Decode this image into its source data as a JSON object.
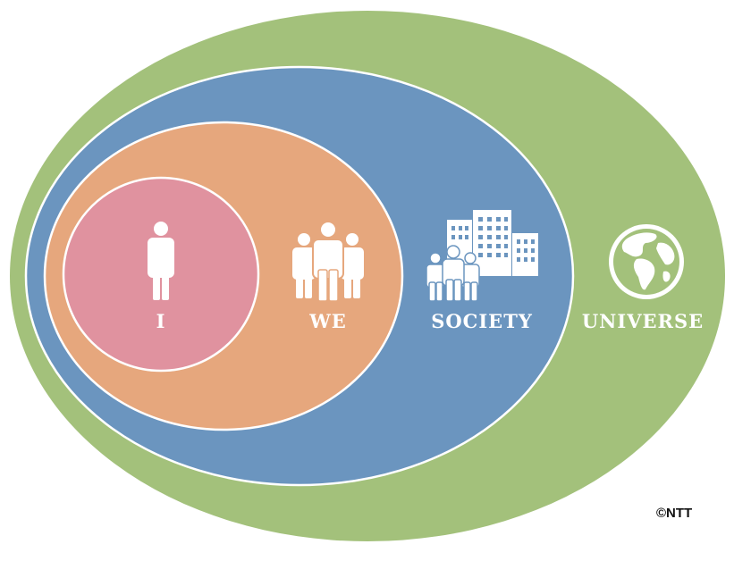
{
  "diagram": {
    "levels": [
      {
        "id": "universe",
        "label": "UNIVERSE",
        "color": "#a3c17b",
        "icon": "globe-icon"
      },
      {
        "id": "society",
        "label": "SOCIETY",
        "color": "#6b95bf",
        "icon": "city-people-icon"
      },
      {
        "id": "we",
        "label": "WE",
        "color": "#e6a77d",
        "icon": "group-icon"
      },
      {
        "id": "i",
        "label": "I",
        "color": "#e0929f",
        "icon": "person-icon"
      }
    ]
  },
  "copyright": "©NTT"
}
